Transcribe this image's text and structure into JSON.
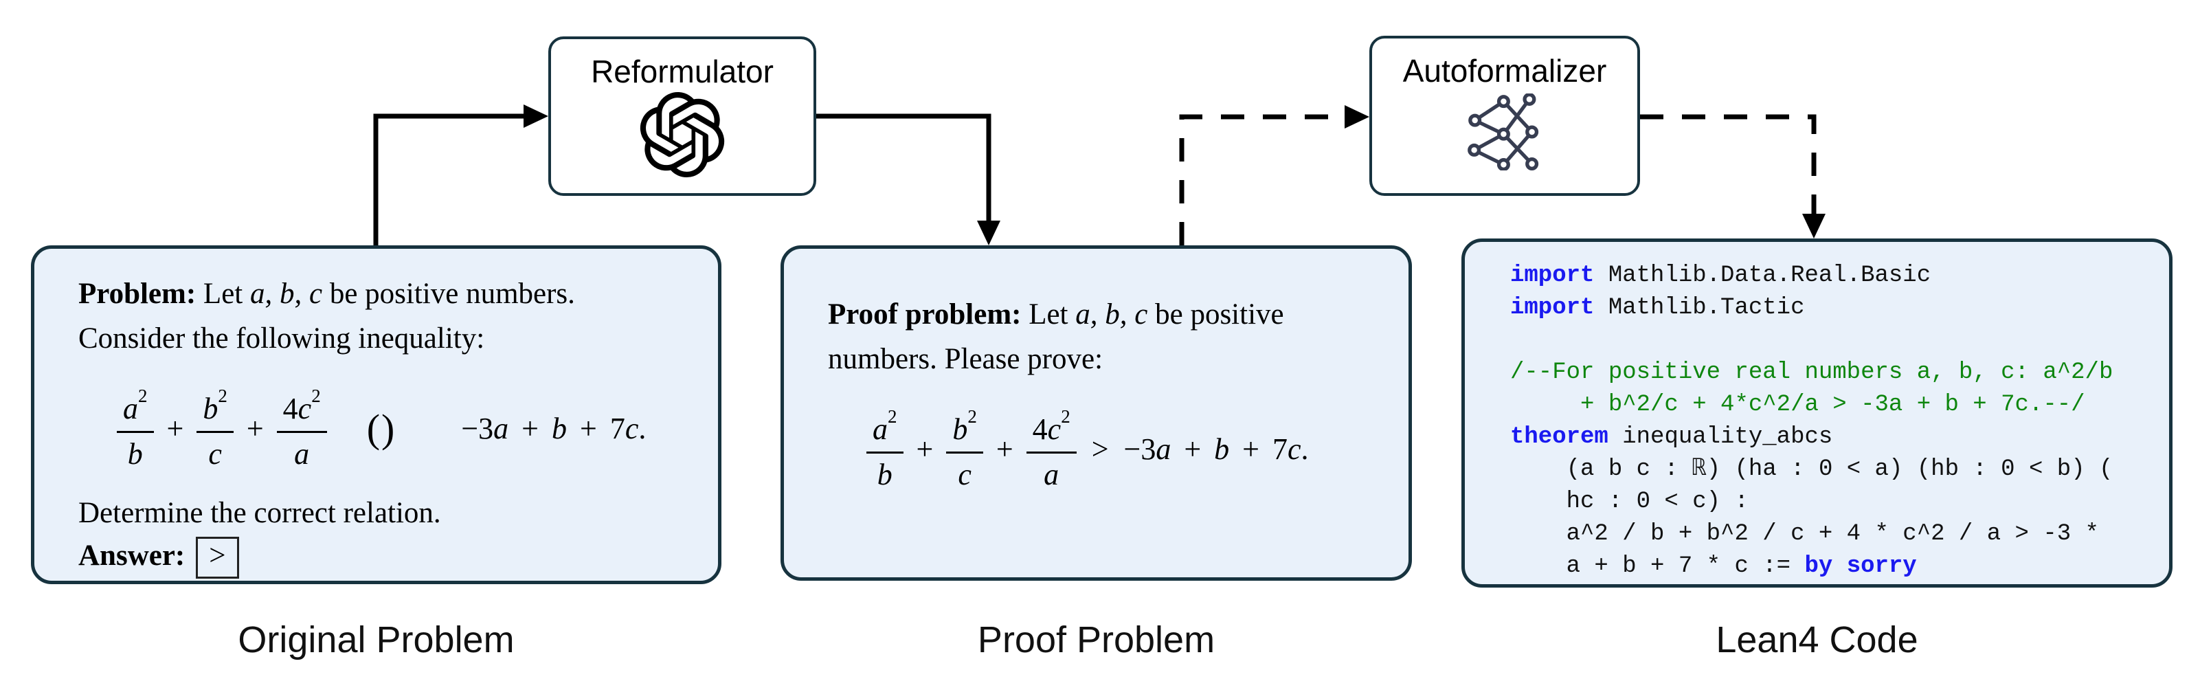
{
  "reformulator": {
    "title": "Reformulator"
  },
  "autoformalizer": {
    "title": "Autoformalizer"
  },
  "original": {
    "caption": "Original Problem",
    "heading": "Problem:",
    "intro_pre": "Let ",
    "intro_vars": "a, b, c",
    "intro_post": " be positive numbers. Consider the following inequality:",
    "relation": "()",
    "determine": "Determine the correct relation.",
    "answer_label": "Answer:",
    "answer_value": ">"
  },
  "proof": {
    "caption": "Proof Problem",
    "heading": "Proof problem:",
    "intro_pre": "Let ",
    "intro_vars": "a, b, c",
    "intro_post": " be positive numbers. Please prove:",
    "relation": ">"
  },
  "math": {
    "plus": "+",
    "frac1": {
      "num_var": "a",
      "sup": "2",
      "den": "b"
    },
    "frac2": {
      "num_var": "b",
      "sup": "2",
      "den": "c"
    },
    "frac3": {
      "num_coeff": "4",
      "num_var": "c",
      "sup": "2",
      "den": "a"
    },
    "rhs": {
      "m1": "−3",
      "v1": "a",
      "op1": " + ",
      "v2": "b",
      "op2": " + ",
      "m2": "7",
      "v3": "c",
      "end": "."
    }
  },
  "lean": {
    "caption": "Lean4 Code",
    "l1": {
      "kw": "import",
      "rest": " Mathlib.Data.Real.Basic"
    },
    "l2": {
      "kw": "import",
      "rest": " Mathlib.Tactic"
    },
    "l4": {
      "comment": "/--For positive real numbers a, b, c: a^2/b"
    },
    "l5": {
      "comment": "     + b^2/c + 4*c^2/a > -3a + b + 7c.--/"
    },
    "l6": {
      "kw": "theorem",
      "rest": " inequality_abcs"
    },
    "l7": {
      "text": "    (a b c : ℝ) (ha : 0 < a) (hb : 0 < b) ("
    },
    "l8": {
      "text": "    hc : 0 < c) :"
    },
    "l9": {
      "text": "    a^2 / b + b^2 / c + 4 * c^2 / a > -3 *"
    },
    "l10": {
      "text": "    a + b + 7 * c := ",
      "kw": "by sorry"
    }
  },
  "icons": {
    "reformulator": "openai-logo-icon",
    "autoformalizer": "neural-network-icon"
  },
  "colors": {
    "card_background": "#e9f1fa",
    "card_border": "#17333f",
    "keyword_blue": "#1a1af0",
    "comment_green": "#0e860e",
    "arrow_black": "#000000",
    "network_icon": "#373d51"
  }
}
